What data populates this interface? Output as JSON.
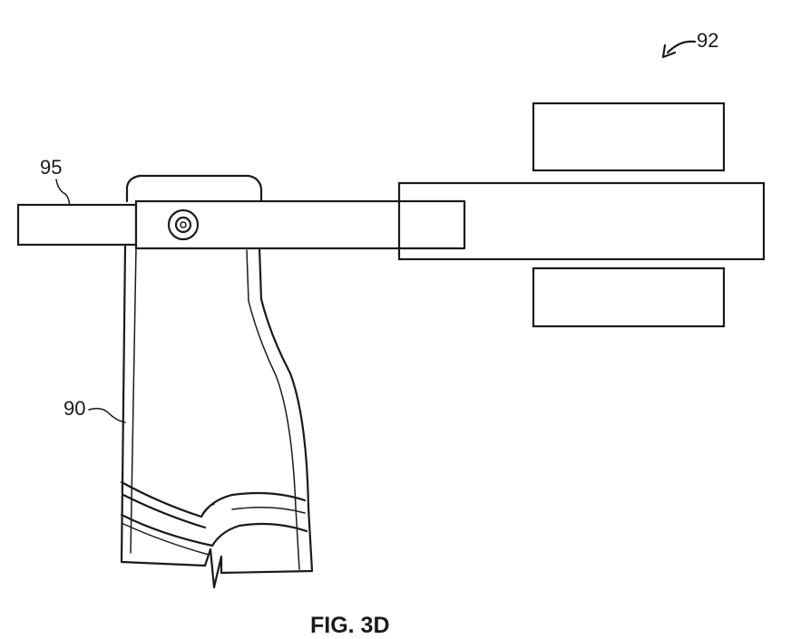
{
  "figure": {
    "labels": {
      "assembly": "92",
      "arm": "95",
      "handle": "90"
    },
    "caption": "FIG. 3D"
  },
  "style": {
    "line_color": "#1a1a1a",
    "background": "#ffffff"
  }
}
